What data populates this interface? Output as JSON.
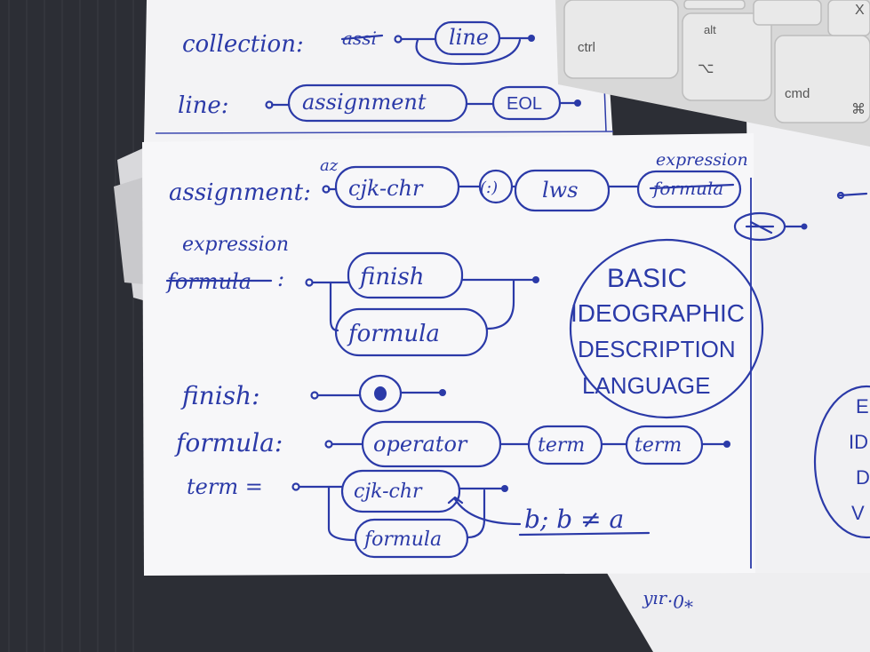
{
  "keyboard": {
    "keys": [
      "ctrl",
      "alt",
      "⌥",
      "cmd",
      "⌘",
      "X"
    ]
  },
  "sheet_top": {
    "collection_label": "collection:",
    "collection_struck": "assi",
    "line_node": "line",
    "line_label": "line:",
    "assignment_node": "assignment",
    "eol_node": "EOL"
  },
  "sheet_main": {
    "assignment_label": "assignment:",
    "assignment_super": "az",
    "cjk_node": "cjk-chr",
    "colon_node": "(:)",
    "lws_node": "lws",
    "expression_super": "expression",
    "formula_struck_node": "formula",
    "expression_label": "expression",
    "formula_struck_label": "formula",
    "finish_node": "finish",
    "formula_node": "formula",
    "finish_label": "finish:",
    "formula_label": "formula:",
    "operator_node": "operator",
    "term_node_1": "term",
    "term_node_2": "term",
    "term_label": "term =",
    "cjk_node_2": "cjk-chr",
    "formula_node_2": "formula",
    "note": "b; b ≠ a",
    "circle_text": [
      "BASIC",
      "IDEOGRAPHIC",
      "DESCRIPTION",
      "LANGUAGE"
    ]
  },
  "sheet_right": {
    "fragment": [
      "E",
      "ID",
      "D",
      "V"
    ]
  },
  "sheet_bottom_right": {
    "fragment": "*0·ɹıʎ"
  }
}
